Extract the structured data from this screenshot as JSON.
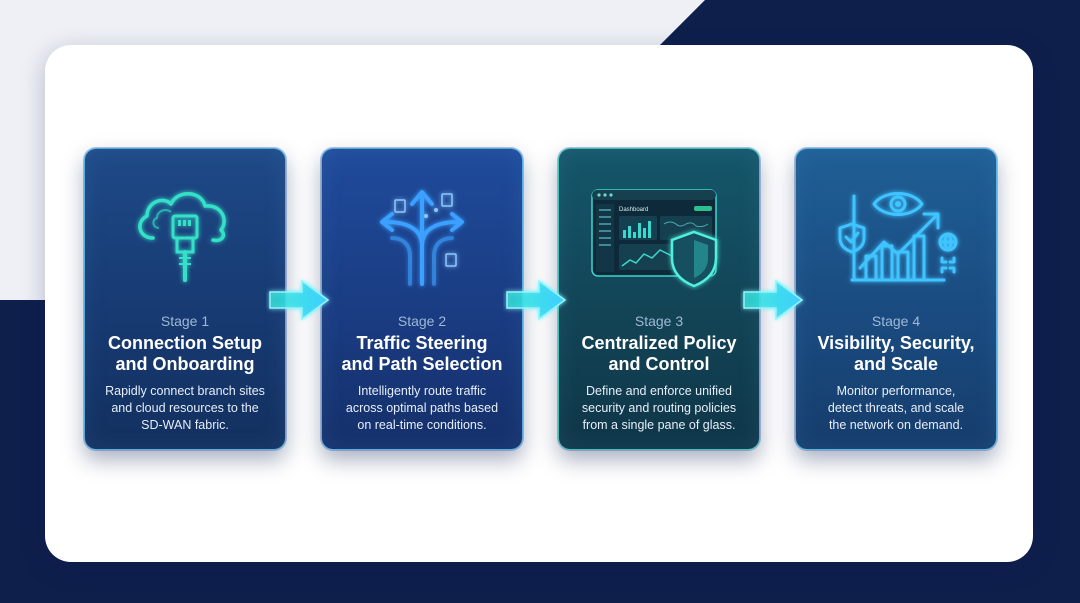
{
  "colors": {
    "navy_background": "#0f1f4c",
    "panel": "#ffffff",
    "accent_cyan": "#2fe6d8",
    "accent_blue": "#3aa0ff"
  },
  "stages": [
    {
      "label": "Stage 1",
      "title_lines": [
        "Connection Setup",
        "and Onboarding"
      ],
      "desc_lines": [
        "Rapidly connect branch sites",
        "and cloud resources to the",
        "SD-WAN fabric."
      ],
      "icon": "cloud-ethernet-icon"
    },
    {
      "label": "Stage 2",
      "title_lines": [
        "Traffic Steering",
        "and Path Selection"
      ],
      "desc_lines": [
        "Intelligently route traffic",
        "across optimal paths based",
        "on real-time conditions."
      ],
      "icon": "path-split-arrows-icon"
    },
    {
      "label": "Stage 3",
      "title_lines": [
        "Centralized Policy",
        "and Control"
      ],
      "desc_lines": [
        "Define and enforce unified",
        "security and routing policies",
        "from a single pane of glass."
      ],
      "icon": "dashboard-shield-icon",
      "dashboard_heading": "Dashboard"
    },
    {
      "label": "Stage 4",
      "title_lines": [
        "Visibility, Security,",
        "and Scale"
      ],
      "desc_lines": [
        "Monitor performance,",
        "detect threats, and scale",
        "the network on demand."
      ],
      "icon": "eye-growth-chart-icon"
    }
  ],
  "connectors": [
    "arrow-right-icon",
    "arrow-right-icon",
    "arrow-right-icon"
  ]
}
